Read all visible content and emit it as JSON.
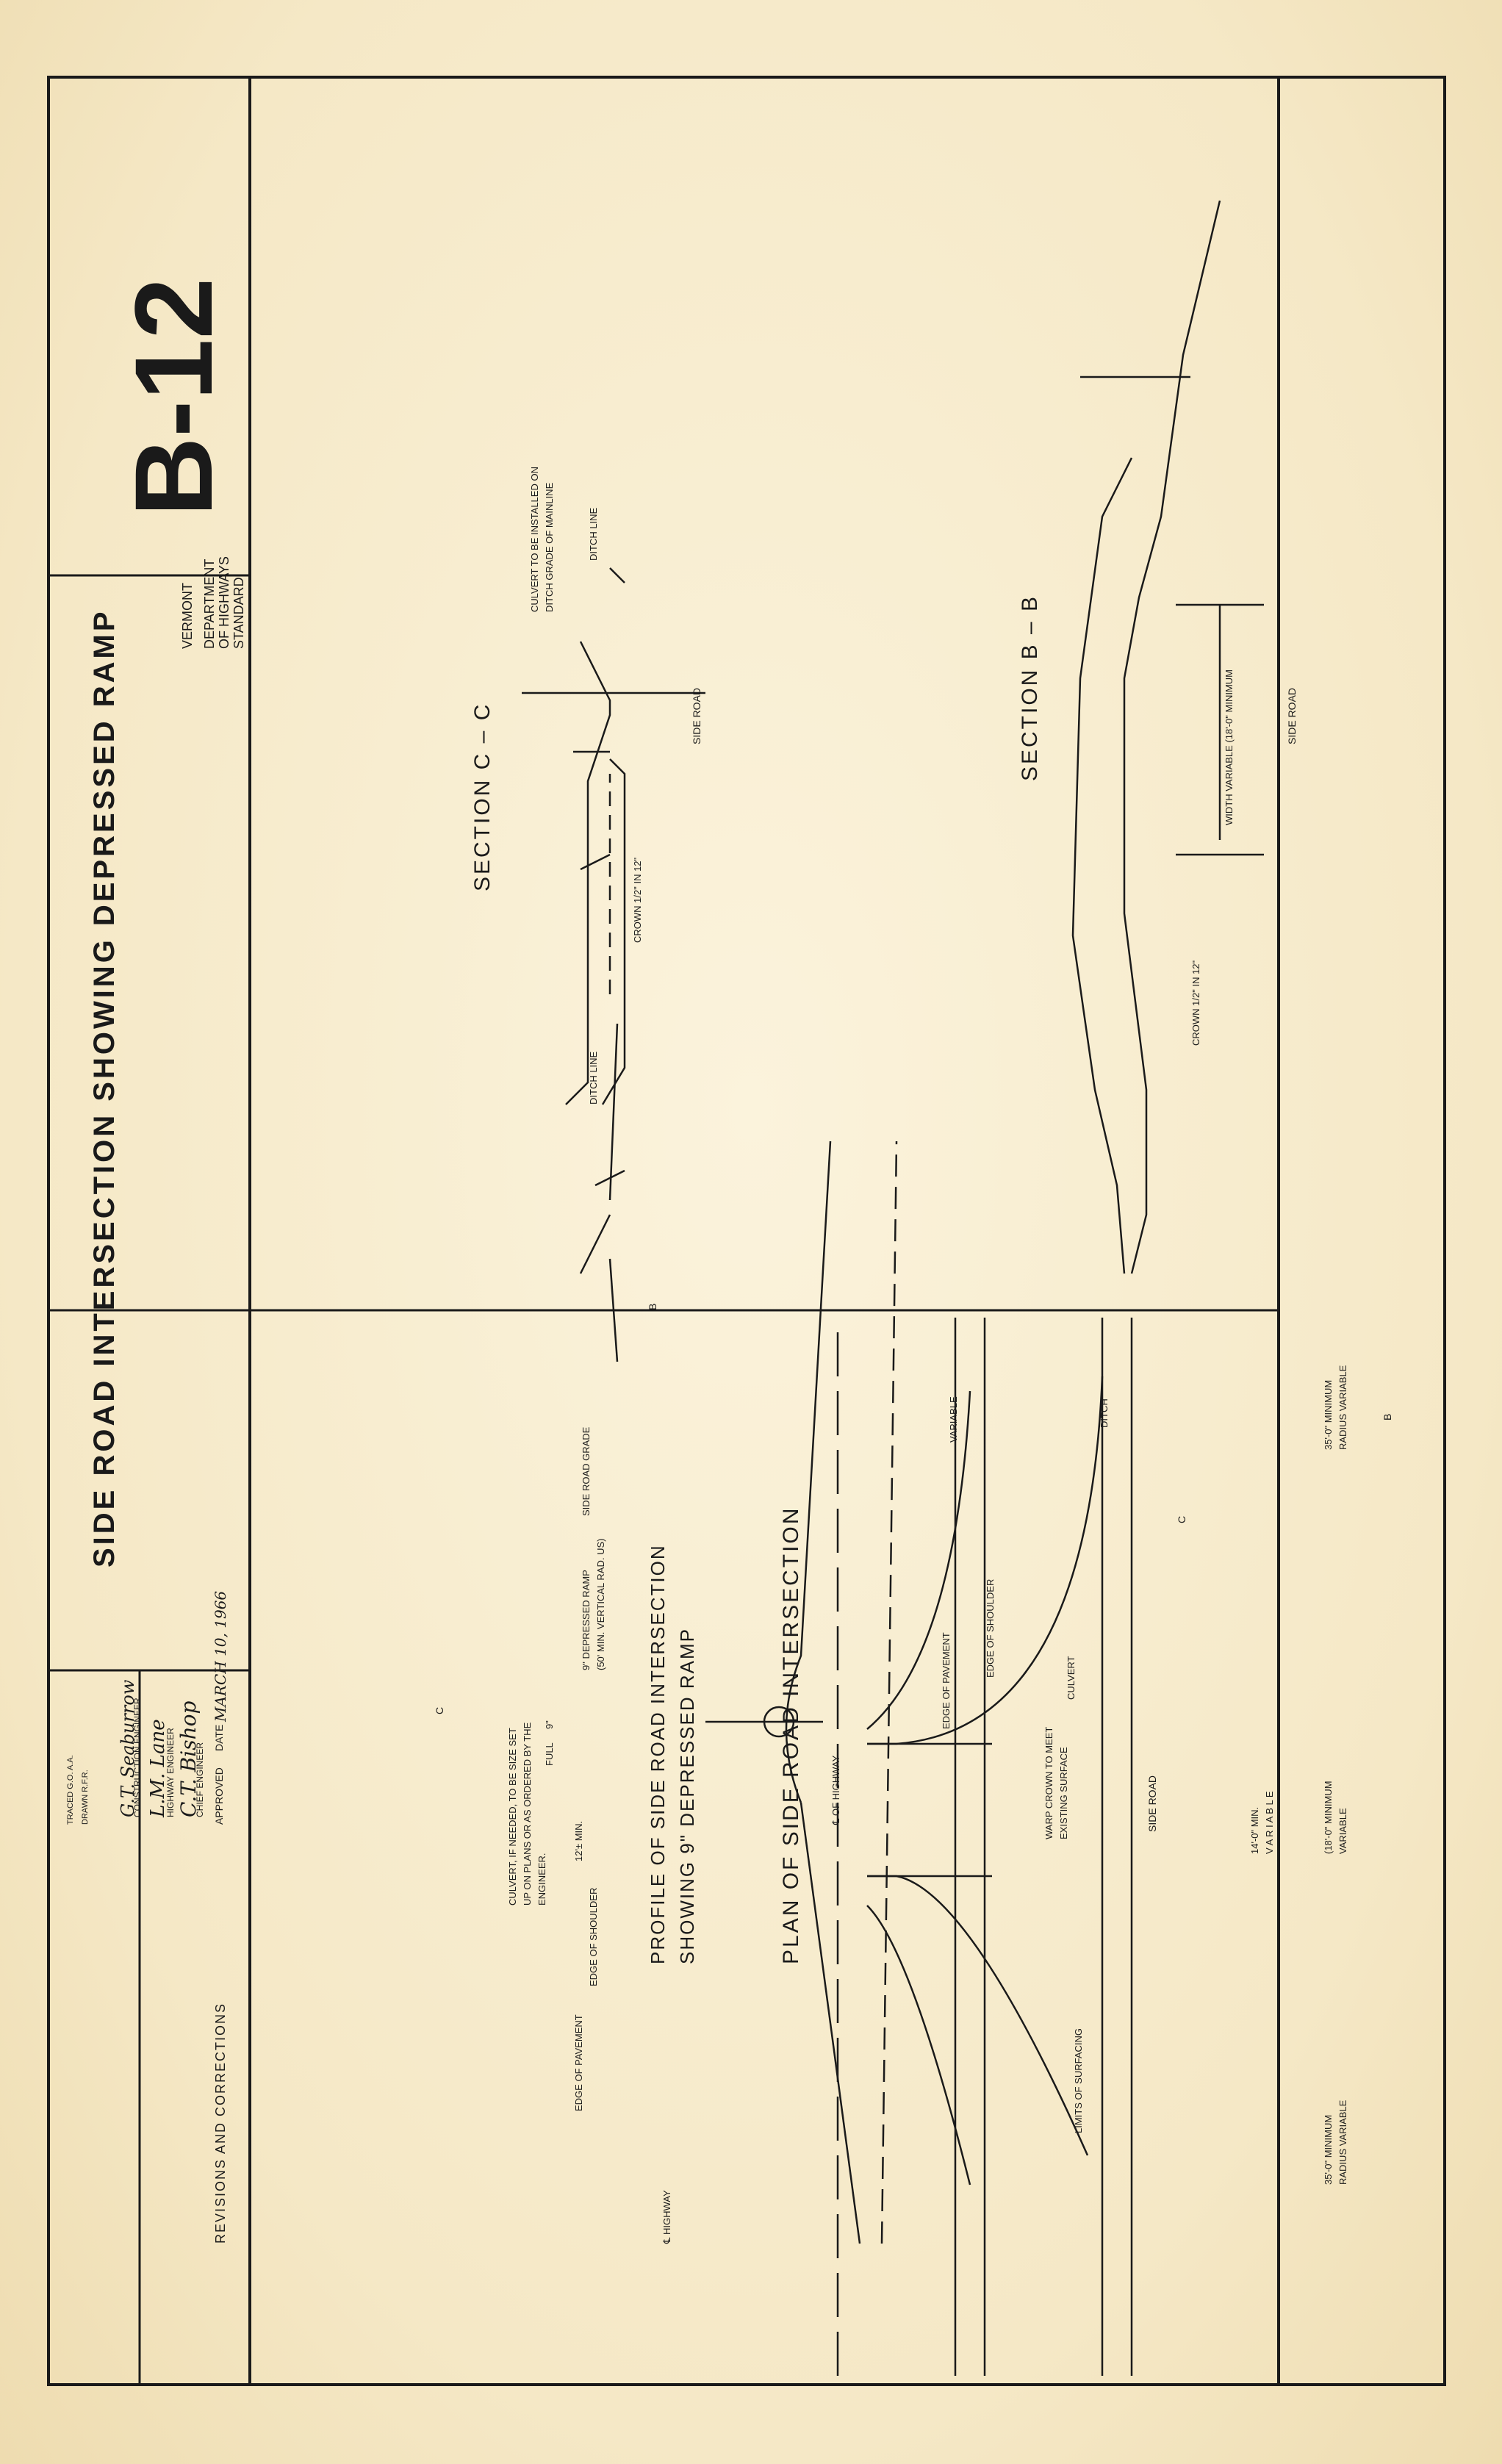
{
  "title_block": {
    "drawing_title": "SIDE ROAD INTERSECTION SHOWING DEPRESSED RAMP",
    "sheet_number": "B-12",
    "department_line1": "VERMONT",
    "department_line2": "DEPARTMENT",
    "department_line3": "OF HIGHWAYS",
    "standard_label": "STANDARD",
    "revisions_label": "REVISIONS AND CORRECTIONS",
    "approved_label": "APPROVED",
    "date_label": "DATE",
    "date_value": "MARCH 10, 1966",
    "chief_engineer_label": "CHIEF ENGINEER",
    "chief_engineer_signature": "C.T. Bishop",
    "highway_engineer_label": "HIGHWAY ENGINEER",
    "highway_engineer_signature": "L.M. Lane",
    "construction_engineer_label": "CONSTRUCTION ENGINEER",
    "construction_engineer_signature": "G.T. Seaburrow",
    "drawn_by": "DRAWN  R.F.R.",
    "traced_by": "TRACED  G.O.  A.A."
  },
  "section_bb": {
    "title": "SECTION  B – B",
    "centerline_label": "SIDE     ROAD",
    "width_label": "WIDTH VARIABLE  (18'-0\" MINIMUM",
    "crown_label": "CROWN  1/2\" IN 12\""
  },
  "section_cc": {
    "title": "SECTION  C – C",
    "centerline_label": "SIDE     ROAD",
    "ditch_line_left": "DITCH  LINE",
    "ditch_line_right": "DITCH  LINE",
    "culvert_note_line1": "CULVERT TO BE INSTALLED ON",
    "culvert_note_line2": "DITCH GRADE OF MAINLINE",
    "crown_label": "CROWN  1/2\" IN 12\""
  },
  "plan": {
    "title": "PLAN  OF  SIDE  ROAD  INTERSECTION",
    "highway_centerline": "℄ OF HIGHWAY",
    "variable_label": "VARIABLE",
    "ditch_label": "DITCH",
    "edge_of_pavement": "EDGE OF PAVEMENT",
    "edge_of_shoulder": "EDGE OF SHOULDER",
    "culvert_label": "CULVERT",
    "warp_note_line1": "WARP CROWN TO MEET",
    "warp_note_line2": "EXISTING SURFACE",
    "side_road_label": "SIDE          ROAD",
    "width_variable_line1": "VARIABLE",
    "width_variable_line2": "(18'-0\" MINIMUM",
    "width_variable_line3": "V A R I A B L E",
    "width_variable_line4": "14'-0\" MIN.",
    "radius_left_line1": "RADIUS  VARIABLE",
    "radius_left_line2": "35'-0\"  MINIMUM",
    "radius_right_line1": "RADIUS  VARIABLE",
    "radius_right_line2": "35'-0\"  MINIMUM",
    "limits_of_surfacing": "LIMITS OF SURFACING",
    "section_marker_b": "B",
    "section_marker_c": "C"
  },
  "profile": {
    "title_line1": "PROFILE  OF  SIDE  ROAD  INTERSECTION",
    "title_line2": "SHOWING  9\"  DEPRESSED  RAMP",
    "side_road_grade": "SIDE ROAD GRADE",
    "depressed_ramp_line1": "9\" DEPRESSED  RAMP",
    "depressed_ramp_line2": "(50' MIN. VERTICAL RAD. US)",
    "culvert_line1": "CULVERT, IF NEEDED, TO BE SIZE SET",
    "culvert_line2": "UP ON PLANS OR AS ORDERED BY THE",
    "culvert_line3": "ENGINEER.",
    "min_label": "12'± MIN.",
    "full_label": "FULL",
    "nine_label": "9\"",
    "edge_of_shoulder": "EDGE OF SHOULDER",
    "edge_of_pavement": "EDGE OF PAVEMENT",
    "highway_centerline": "℄ HIGHWAY",
    "marker_b": "B",
    "marker_c": "C"
  }
}
